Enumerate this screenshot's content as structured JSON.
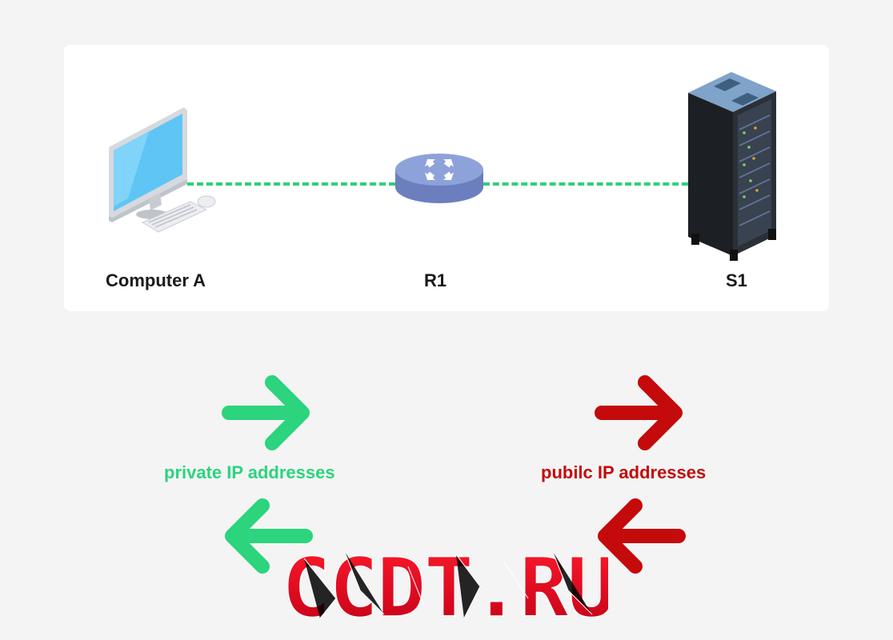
{
  "diagram": {
    "nodes": [
      {
        "id": "computer-a",
        "label": "Computer A",
        "icon": "desktop-computer-icon"
      },
      {
        "id": "r1",
        "label": "R1",
        "icon": "router-icon"
      },
      {
        "id": "s1",
        "label": "S1",
        "icon": "server-rack-icon"
      }
    ],
    "links": [
      {
        "from": "computer-a",
        "to": "r1",
        "style": "dashed",
        "color": "#2fd07a"
      },
      {
        "from": "r1",
        "to": "s1",
        "style": "dashed",
        "color": "#2fd07a"
      }
    ]
  },
  "legend": {
    "private": {
      "label": "private IP addresses",
      "color": "#2bd47d",
      "icon": "bidirectional-arrows-icon"
    },
    "public": {
      "label": "pubilc IP addresses",
      "color": "#c40a0a",
      "icon": "bidirectional-arrows-icon"
    }
  },
  "watermark": {
    "text": "CCDT.RU",
    "color": "#e0001a"
  }
}
